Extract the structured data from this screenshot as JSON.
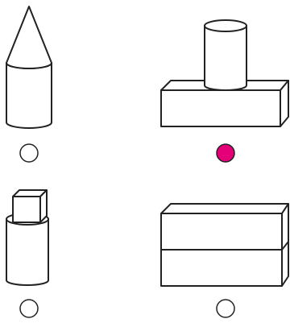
{
  "options": [
    {
      "id": "a",
      "shape": "cone-on-cylinder",
      "selected": false
    },
    {
      "id": "b",
      "shape": "cylinder-on-box",
      "selected": true
    },
    {
      "id": "c",
      "shape": "cube-on-cylinder",
      "selected": false
    },
    {
      "id": "d",
      "shape": "two-stacked-boxes",
      "selected": false
    }
  ],
  "colors": {
    "line": "#222222",
    "selected_fill": "#e5007a",
    "unselected_fill": "#ffffff"
  }
}
